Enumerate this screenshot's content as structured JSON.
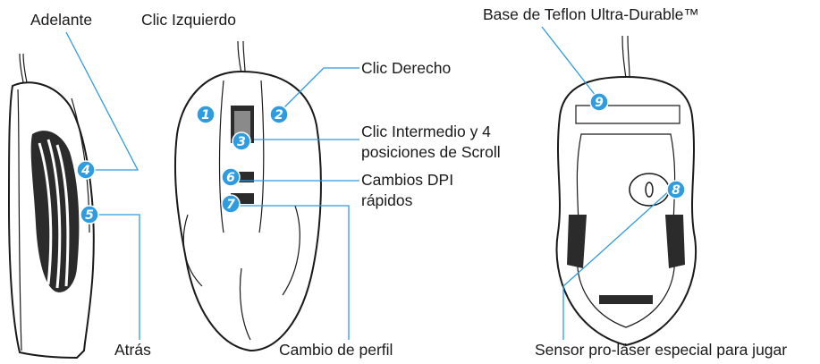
{
  "labels": {
    "adelante": "Adelante",
    "clic_izquierdo": "Clic Izquierdo",
    "clic_derecho": "Clic Derecho",
    "clic_intermedio_1": "Clic Intermedio y 4",
    "clic_intermedio_2": "posiciones de Scroll",
    "cambios_dpi_1": "Cambios DPI",
    "cambios_dpi_2": "rápidos",
    "atras": "Atrás",
    "cambio_perfil": "Cambio de perfil",
    "base_teflon": "Base de Teflon Ultra-Durable™",
    "sensor": "Sensor pro-láser especial para jugar"
  },
  "badges": {
    "b1": "1",
    "b2": "2",
    "b3": "3",
    "b4": "4",
    "b5": "5",
    "b6": "6",
    "b7": "7",
    "b8": "8",
    "b9": "9"
  },
  "colors": {
    "accent": "#2f9be0",
    "line": "#1a1a1a"
  }
}
